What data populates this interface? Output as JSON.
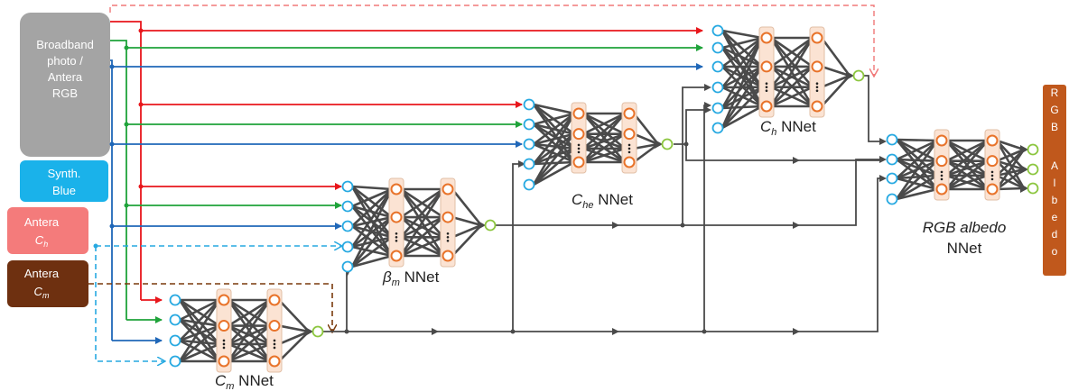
{
  "inputs": {
    "broadband": [
      "Broadband",
      "photo /",
      "Antera",
      "RGB"
    ],
    "synth_blue": [
      "Synth.",
      "Blue"
    ],
    "antera_ch": {
      "name": "Antera",
      "sym": "C",
      "sub": "h"
    },
    "antera_cm": {
      "name": "Antera",
      "sym": "C",
      "sub": "m"
    }
  },
  "networks": {
    "cm": {
      "sym": "C",
      "sub": "m",
      "suffix": " NNet"
    },
    "beta": {
      "sym": "β",
      "sub": "m",
      "suffix": " NNet"
    },
    "che": {
      "sym": "C",
      "sub": "he",
      "suffix": " NNet"
    },
    "ch": {
      "sym": "C",
      "sub": "h",
      "suffix": " NNet"
    },
    "rgb": {
      "line1": "RGB albedo",
      "line2": "NNet"
    }
  },
  "output": {
    "letters": [
      "R",
      "G",
      "B",
      "",
      "A",
      "l",
      "b",
      "e",
      "d",
      "o"
    ]
  },
  "colors": {
    "red": "#e8161b",
    "green": "#1fa33a",
    "blue": "#1f67b8",
    "cyan": "#27a9e1",
    "pink": "#f07878",
    "brown": "#7a3a0c",
    "gray": "#4a4a4a",
    "node_in": "#27a9e1",
    "node_hidden": "#e8732a",
    "node_out": "#8cc63f",
    "layer_fill": "#fbe3d3",
    "output_box": "#c0581c"
  }
}
